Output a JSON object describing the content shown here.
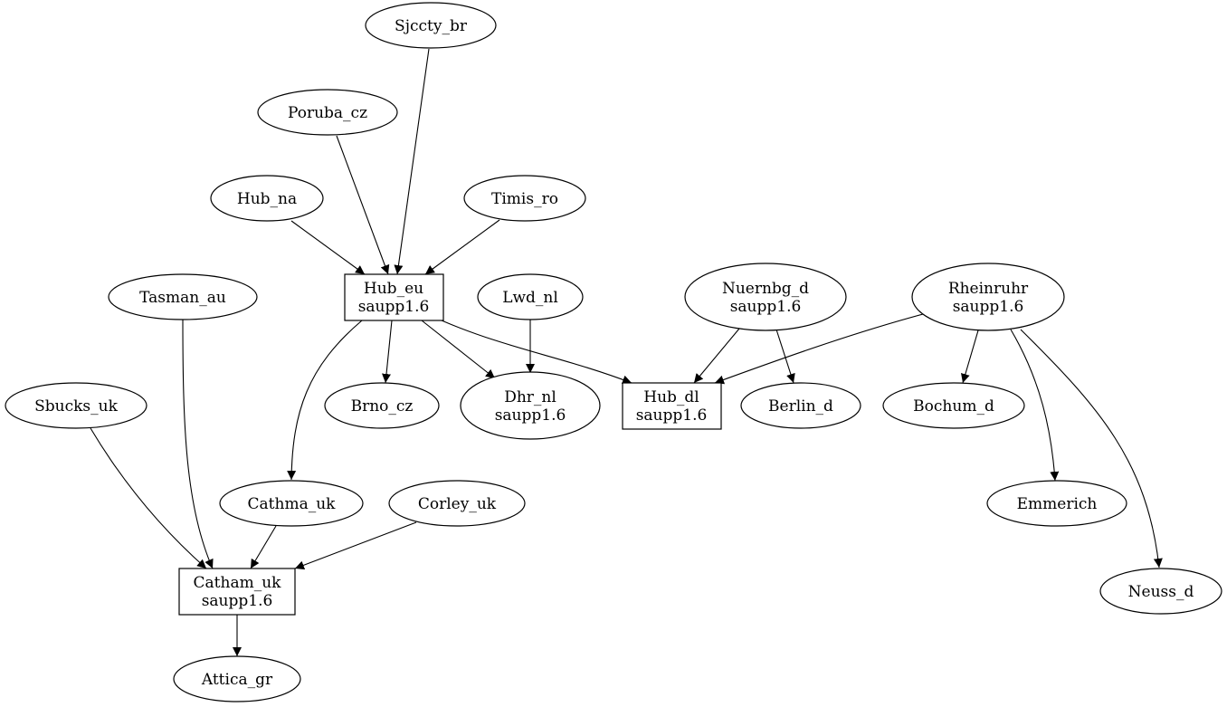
{
  "graph": {
    "nodes": {
      "sjccty": {
        "label": "Sjccty_br"
      },
      "poruba": {
        "label": "Poruba_cz"
      },
      "hubna": {
        "label": "Hub_na"
      },
      "timis": {
        "label": "Timis_ro"
      },
      "hubeu": {
        "label": "Hub_eu",
        "sub": "saupp1.6"
      },
      "tasman": {
        "label": "Tasman_au"
      },
      "lwd": {
        "label": "Lwd_nl"
      },
      "nuernbg": {
        "label": "Nuernbg_d",
        "sub": "saupp1.6"
      },
      "rheinruhr": {
        "label": "Rheinruhr",
        "sub": "saupp1.6"
      },
      "sbucks": {
        "label": "Sbucks_uk"
      },
      "brno": {
        "label": "Brno_cz"
      },
      "dhr": {
        "label": "Dhr_nl",
        "sub": "saupp1.6"
      },
      "hubdl": {
        "label": "Hub_dl",
        "sub": "saupp1.6"
      },
      "berlin": {
        "label": "Berlin_d"
      },
      "bochum": {
        "label": "Bochum_d"
      },
      "cathma": {
        "label": "Cathma_uk"
      },
      "corley": {
        "label": "Corley_uk"
      },
      "emmerich": {
        "label": "Emmerich"
      },
      "catham": {
        "label": "Catham_uk",
        "sub": "saupp1.6"
      },
      "neuss": {
        "label": "Neuss_d"
      },
      "attica": {
        "label": "Attica_gr"
      }
    }
  }
}
